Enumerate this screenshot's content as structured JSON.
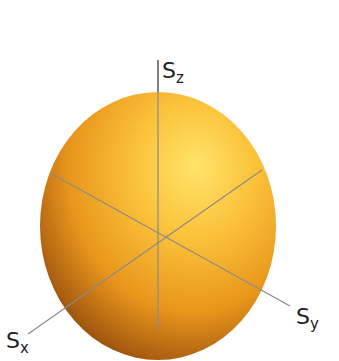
{
  "diagram": {
    "labels": [
      "Sz",
      "Sy",
      "Sx"
    ]
  }
}
